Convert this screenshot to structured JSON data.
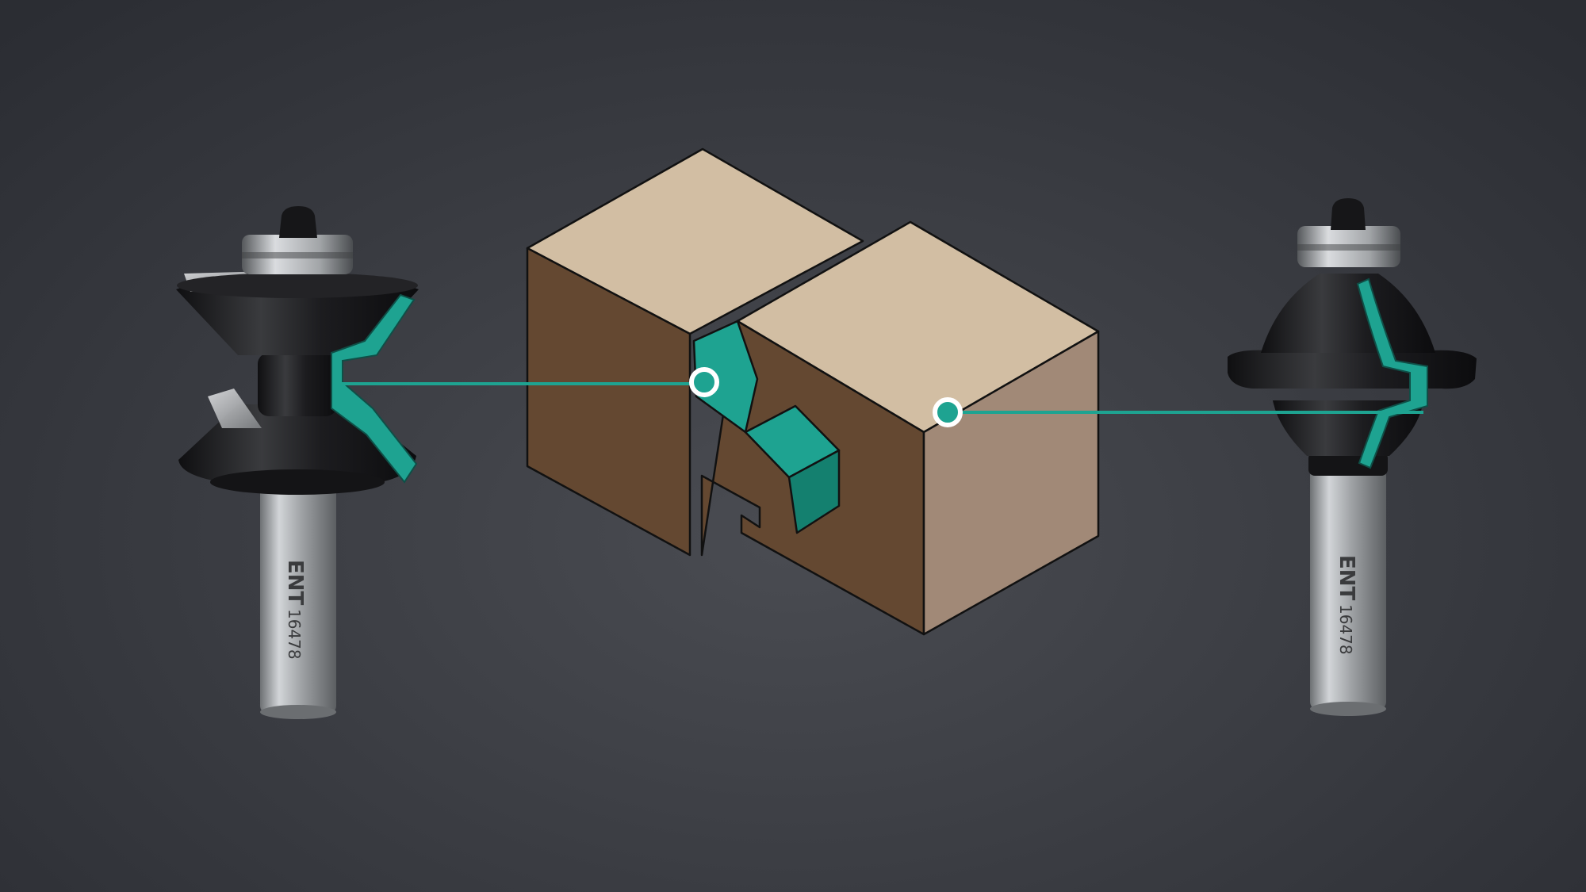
{
  "colors": {
    "background": "#3a3c42",
    "accent_teal": "#1ea391",
    "wood_top": "#d2bea3",
    "wood_side_light": "#a18977",
    "wood_dark": "#644831",
    "tool_black": "#1b1b1d",
    "shank_steel": "#b8bbbe"
  },
  "left_bit": {
    "icon": "router-bit-drawer-lock-icon",
    "brand": "ENT",
    "code": "16478"
  },
  "right_bit": {
    "icon": "router-bit-profile-icon",
    "brand": "ENT",
    "code": "16478"
  },
  "joint": {
    "icon": "wood-drawer-lock-joint-icon"
  }
}
